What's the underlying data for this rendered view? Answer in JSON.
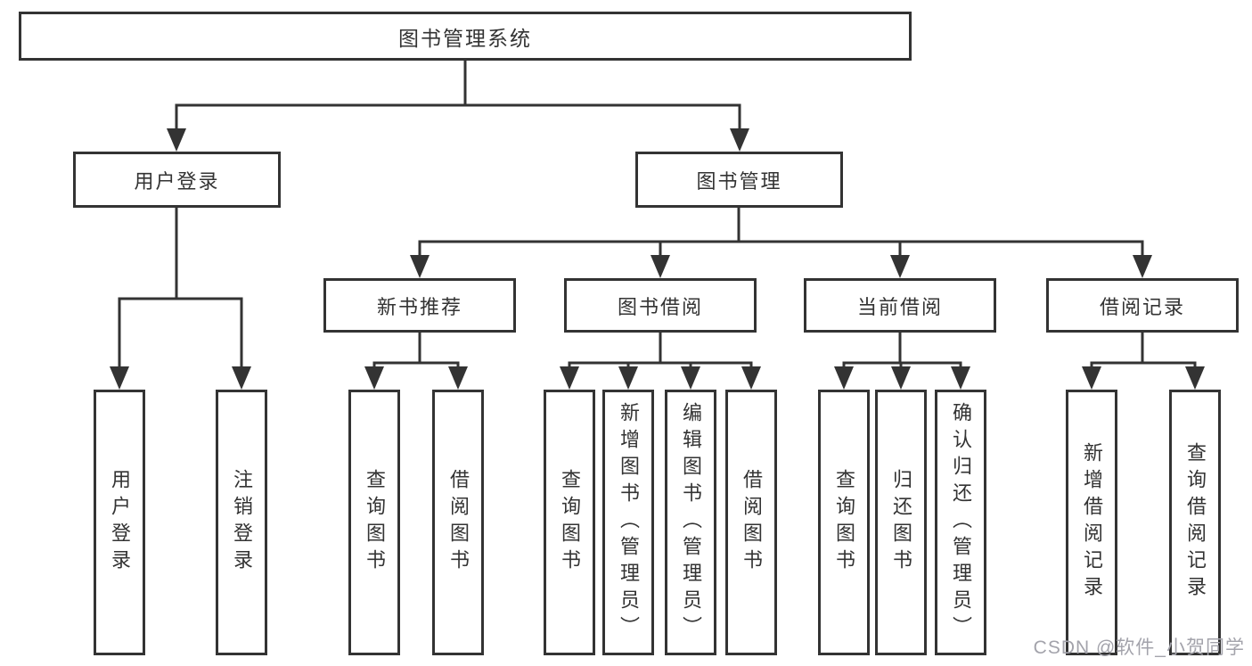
{
  "tree": {
    "root": "图书管理系统",
    "branches": [
      {
        "label": "用户登录",
        "leaves": [
          "用户登录",
          "注销登录"
        ]
      },
      {
        "label": "图书管理",
        "sections": [
          {
            "label": "新书推荐",
            "leaves": [
              "查询图书",
              "借阅图书"
            ]
          },
          {
            "label": "图书借阅",
            "leaves": [
              "查询图书",
              "新增图书（管理员）",
              "编辑图书（管理员）",
              "借阅图书"
            ]
          },
          {
            "label": "当前借阅",
            "leaves": [
              "查询图书",
              "归还图书",
              "确认归还（管理员）"
            ]
          },
          {
            "label": "借阅记录",
            "leaves": [
              "新增借阅记录",
              "查询借阅记录"
            ]
          }
        ]
      }
    ]
  },
  "watermark": "CSDN @软件_小贺同学",
  "colors": {
    "line": "#333333",
    "box_border": "#333333",
    "box_fill": "#ffffff",
    "text": "#333333",
    "watermark": "#a3a3ab",
    "background": "#ffffff"
  }
}
